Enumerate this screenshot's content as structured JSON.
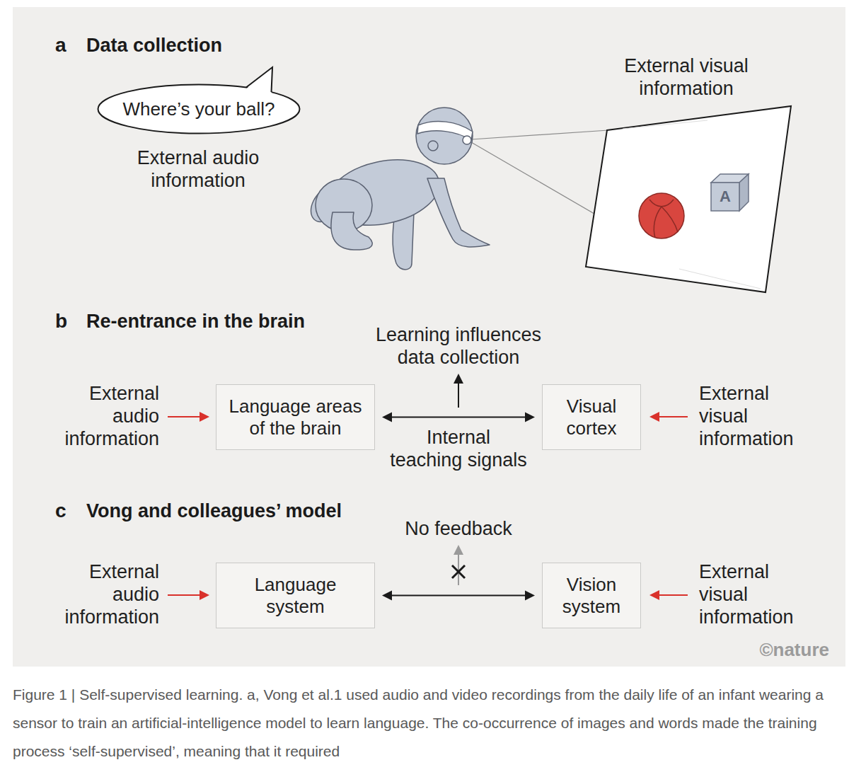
{
  "diagram": {
    "caption": "Figure 1 | Self-supervised learning. a, Vong et al.1 used audio and video recordings from the daily life of an infant wearing a sensor to train an artificial-intelligence model to learn language. The co-occurrence of images and words made the training process ‘self-supervised’, meaning that it required",
    "nodes": [
      {
        "text": [
          "Where’s your ball?"
        ]
      },
      {
        "text": [
          "Language areas of the brain"
        ]
      },
      {
        "text": [
          "Visual cortex"
        ]
      },
      {
        "text": [
          "Language system"
        ]
      },
      {
        "text": [
          "Vision system"
        ]
      }
    ],
    "edges": [
      {
        "from": 1,
        "to": 2,
        "arrow": "both",
        "label": "Internal teaching signals"
      },
      {
        "from": 3,
        "to": 4,
        "arrow": "both"
      }
    ],
    "labels": [
      "a",
      "Data collection",
      "External audio information",
      "External visual information",
      "A",
      "b",
      "Re-entrance in the brain",
      "External audio information",
      "Learning influences data collection",
      "External visual information",
      "c",
      "Vong and colleagues’ model",
      "No feedback",
      "External audio information",
      "External visual information",
      "©nature"
    ]
  }
}
